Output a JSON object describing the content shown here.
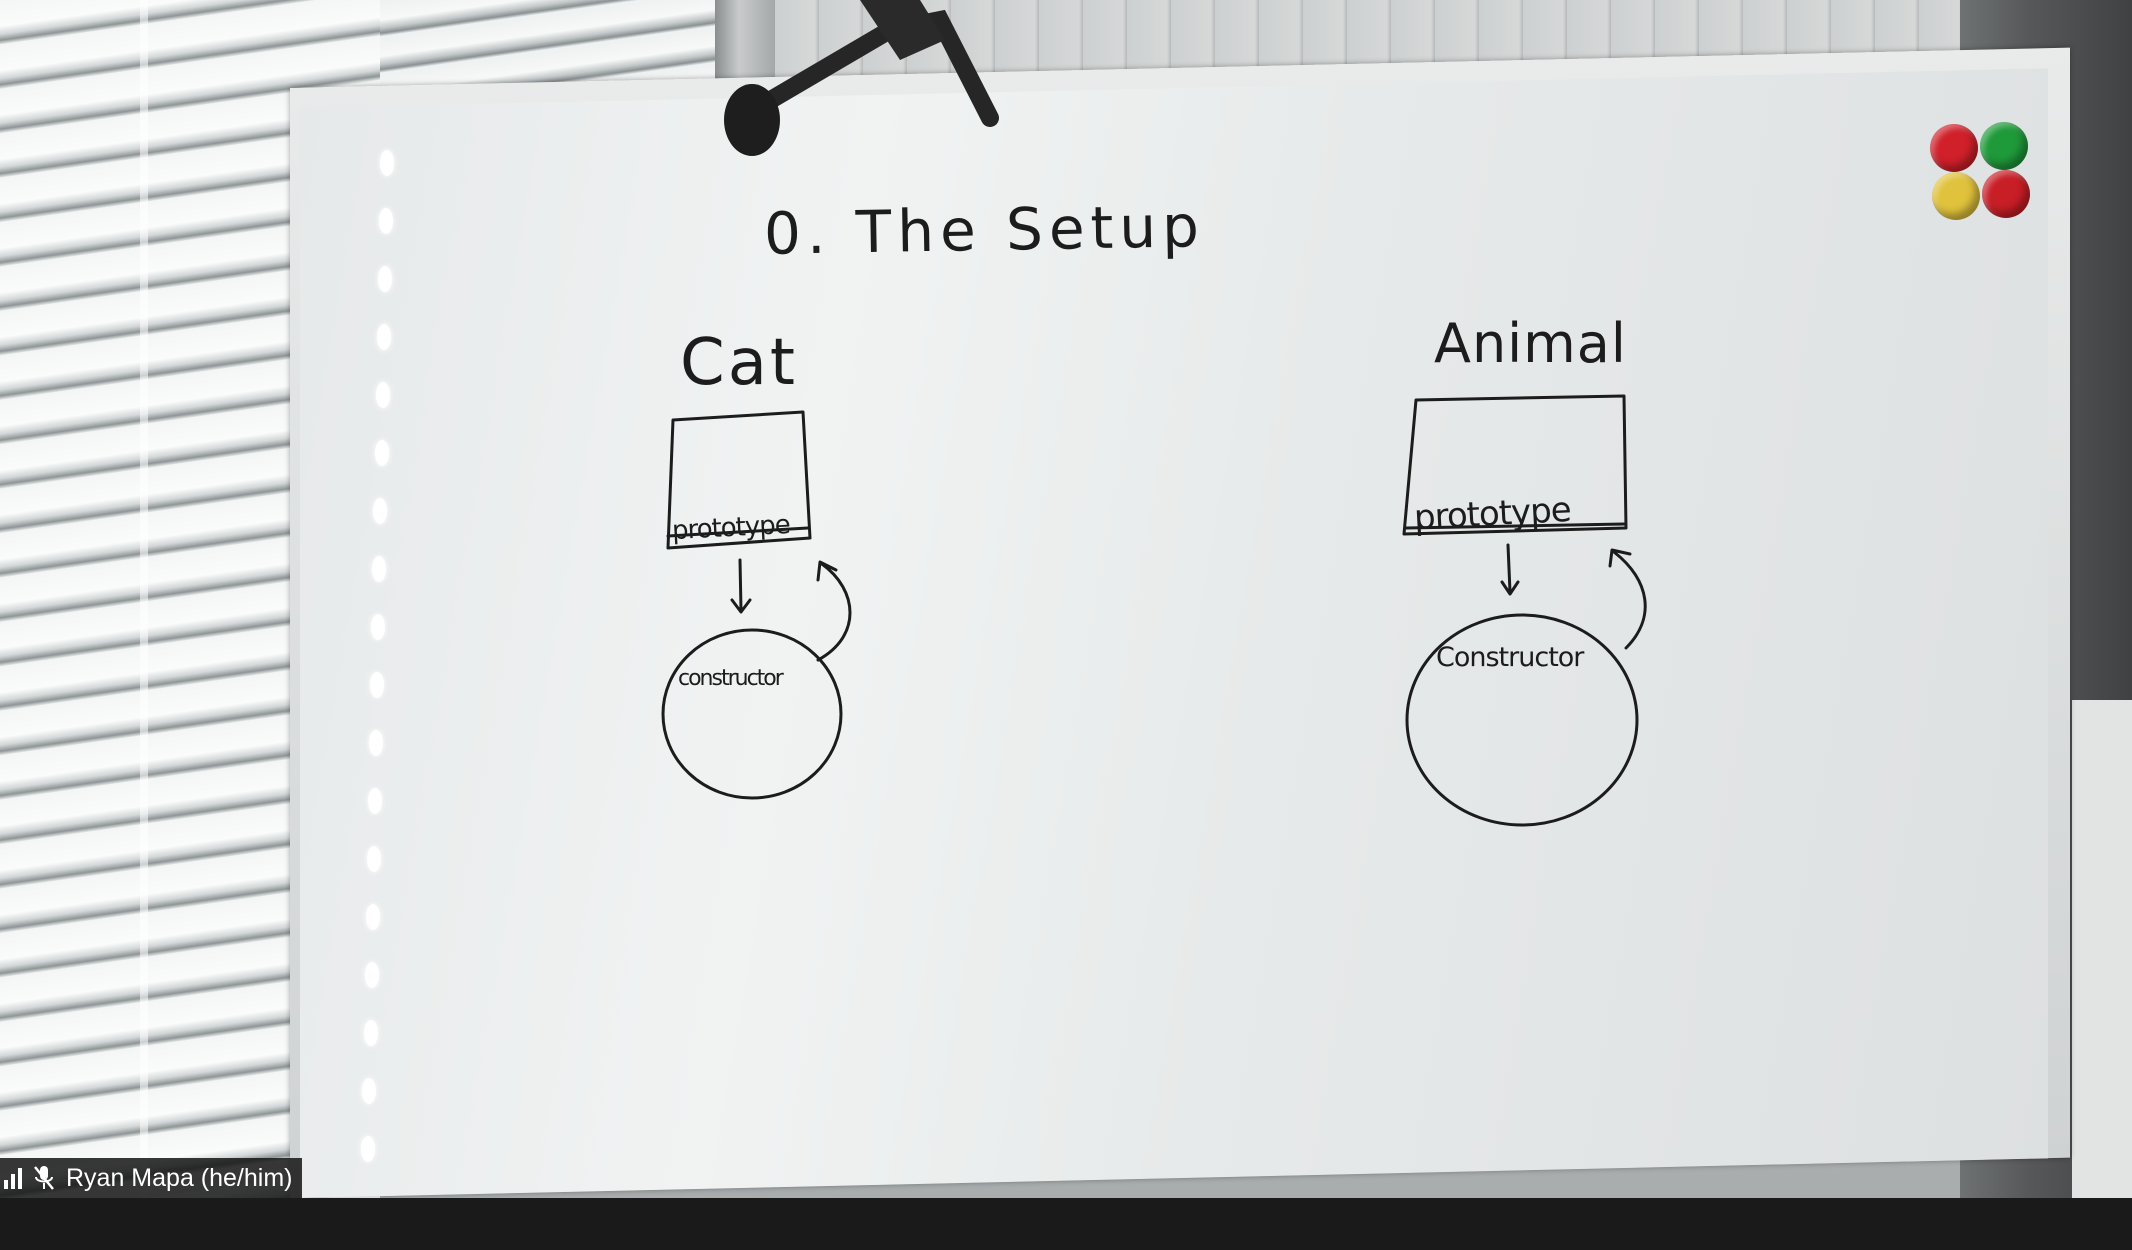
{
  "participant": {
    "name": "Ryan Mapa (he/him)",
    "signal_icon": "connection-signal-icon",
    "mic_icon": "microphone-muted-icon"
  },
  "whiteboard": {
    "title": "0. The Setup",
    "left_diagram": {
      "label": "Cat",
      "box_label": "prototype",
      "circle_label": "constructor"
    },
    "right_diagram": {
      "label": "Animal",
      "box_label": "prototype",
      "circle_label": "Constructor"
    },
    "magnets": [
      "#d0202a",
      "#1f9a3a",
      "#e0c23c",
      "#c81e26"
    ]
  },
  "colors": {
    "ink": "#1c1c1c",
    "bottom_bar": "#1a1a1a"
  }
}
